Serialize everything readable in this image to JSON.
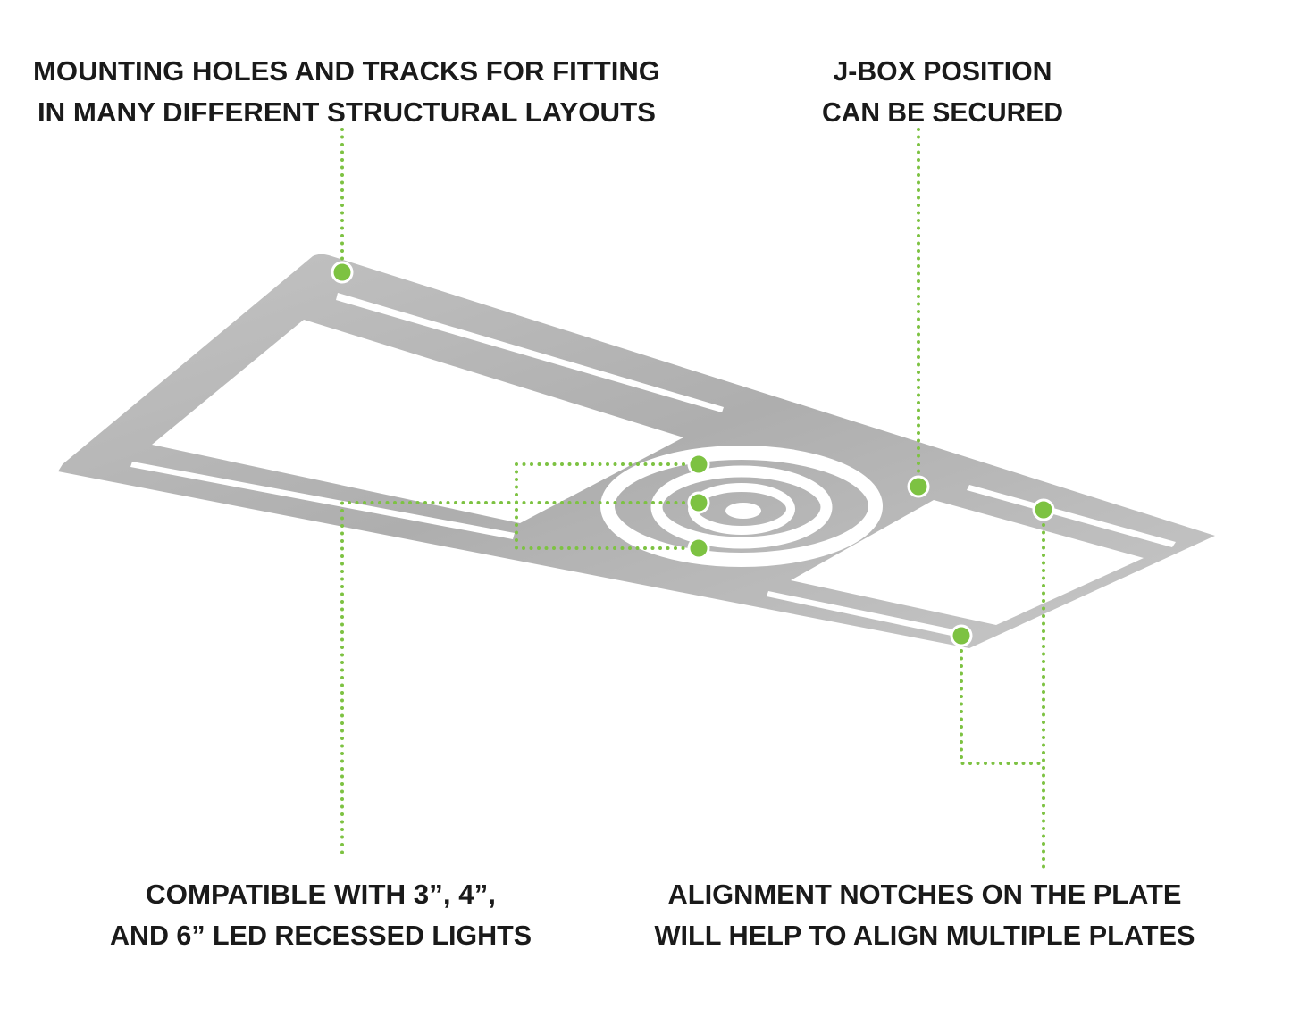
{
  "colors": {
    "accent": "#7dc242",
    "plate": "#b9b9b9",
    "text": "#1a1a1a"
  },
  "callouts": {
    "mounting": {
      "line1": "MOUNTING HOLES AND TRACKS FOR FITTING",
      "line2": "IN MANY DIFFERENT STRUCTURAL LAYOUTS"
    },
    "jbox": {
      "line1": "J-BOX POSITION",
      "line2": "CAN BE SECURED"
    },
    "compatible": {
      "line1": "COMPATIBLE WITH 3”, 4”,",
      "line2": "AND 6” LED RECESSED LIGHTS"
    },
    "alignment": {
      "line1": "ALIGNMENT NOTCHES ON THE PLATE",
      "line2": "WILL HELP TO ALIGN MULTIPLE PLATES"
    }
  }
}
